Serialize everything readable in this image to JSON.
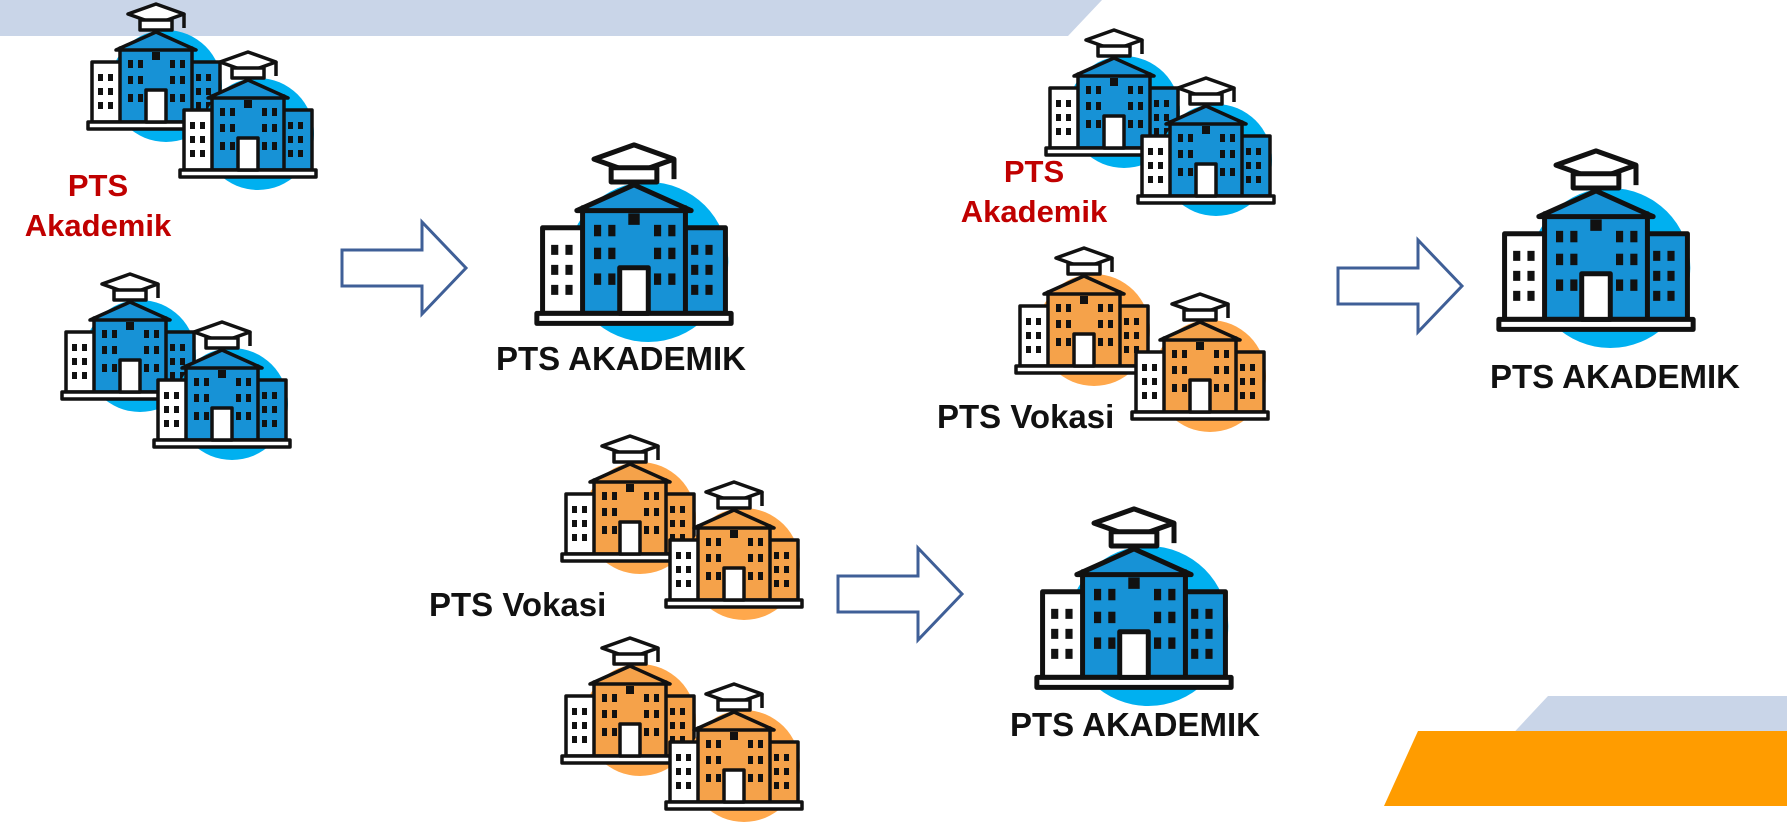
{
  "colors": {
    "akademik_circle": "#00b0f0",
    "vokasi_circle": "#ffa84c",
    "building_fill_blue": "#1792d6",
    "building_fill_orange": "#f5a24a",
    "outline": "#111111",
    "label_red": "#c00000",
    "arrow": "#3f5f97",
    "banner": "#c9d5e8",
    "accent_orange": "#ff9c00"
  },
  "icons": {
    "building": "university-icon",
    "arrow": "arrow-right-icon"
  },
  "labels": {
    "left_group": [
      "PTS",
      "Akademik"
    ],
    "result_1": "PTS AKADEMIK",
    "vokasi_group_1": "PTS Vokasi",
    "result_2": "PTS AKADEMIK",
    "mixed_akademik": [
      "PTS",
      "Akademik"
    ],
    "mixed_vokasi": "PTS Vokasi",
    "result_3": "PTS AKADEMIK"
  }
}
